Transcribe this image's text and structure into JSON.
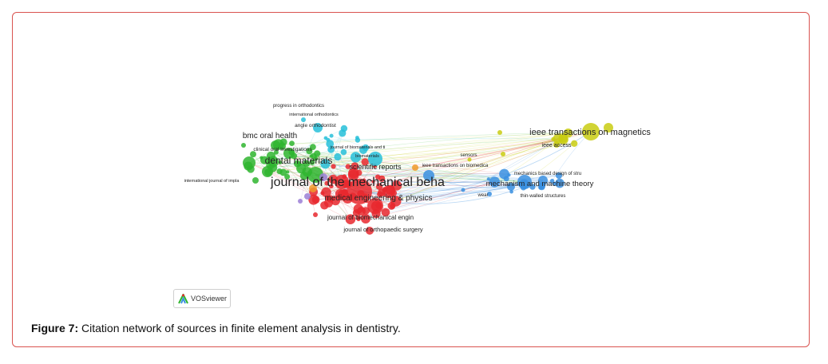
{
  "caption": {
    "label": "Figure 7:",
    "text": " Citation network of sources in finite element analysis in dentistry."
  },
  "logo": {
    "name": "VOSviewer",
    "icon": "vosviewer-logo-icon"
  },
  "colors": {
    "red": "#e8282e",
    "green": "#2fb52f",
    "blue": "#3a8fe0",
    "yellow": "#c9cc12",
    "cyan": "#27bfd9",
    "purple": "#9b7fd6",
    "orange": "#f09a2a",
    "frame": "#d9534f"
  },
  "network": {
    "labels": [
      {
        "text": "journal of the mechanical beha",
        "cluster": "red"
      },
      {
        "text": "medical engineering & physics",
        "cluster": "red"
      },
      {
        "text": "journal of biomechanical engin",
        "cluster": "red"
      },
      {
        "text": "journal of orthopaedic surgery",
        "cluster": "red"
      },
      {
        "text": "scientific reports",
        "cluster": "red"
      },
      {
        "text": "dental materials",
        "cluster": "green"
      },
      {
        "text": "bmc oral health",
        "cluster": "green"
      },
      {
        "text": "clinical oral investigations",
        "cluster": "green"
      },
      {
        "text": "international journal of impla",
        "cluster": "green"
      },
      {
        "text": "journal of biomaterials and ti",
        "cluster": "green"
      },
      {
        "text": "biomaterials",
        "cluster": "green"
      },
      {
        "text": "progress in orthodontics",
        "cluster": "cyan"
      },
      {
        "text": "international orthodontics",
        "cluster": "cyan"
      },
      {
        "text": "angle orthodontist",
        "cluster": "cyan"
      },
      {
        "text": "ieee transactions on magnetics",
        "cluster": "yellow"
      },
      {
        "text": "ieee access",
        "cluster": "yellow"
      },
      {
        "text": "sensors",
        "cluster": "yellow"
      },
      {
        "text": "ieee transactions on biomedica",
        "cluster": "blue"
      },
      {
        "text": "mechanics based design of stru",
        "cluster": "blue"
      },
      {
        "text": "mechanism and machine theory",
        "cluster": "blue"
      },
      {
        "text": "wear",
        "cluster": "blue"
      },
      {
        "text": "thin-walled structures",
        "cluster": "blue"
      }
    ]
  }
}
